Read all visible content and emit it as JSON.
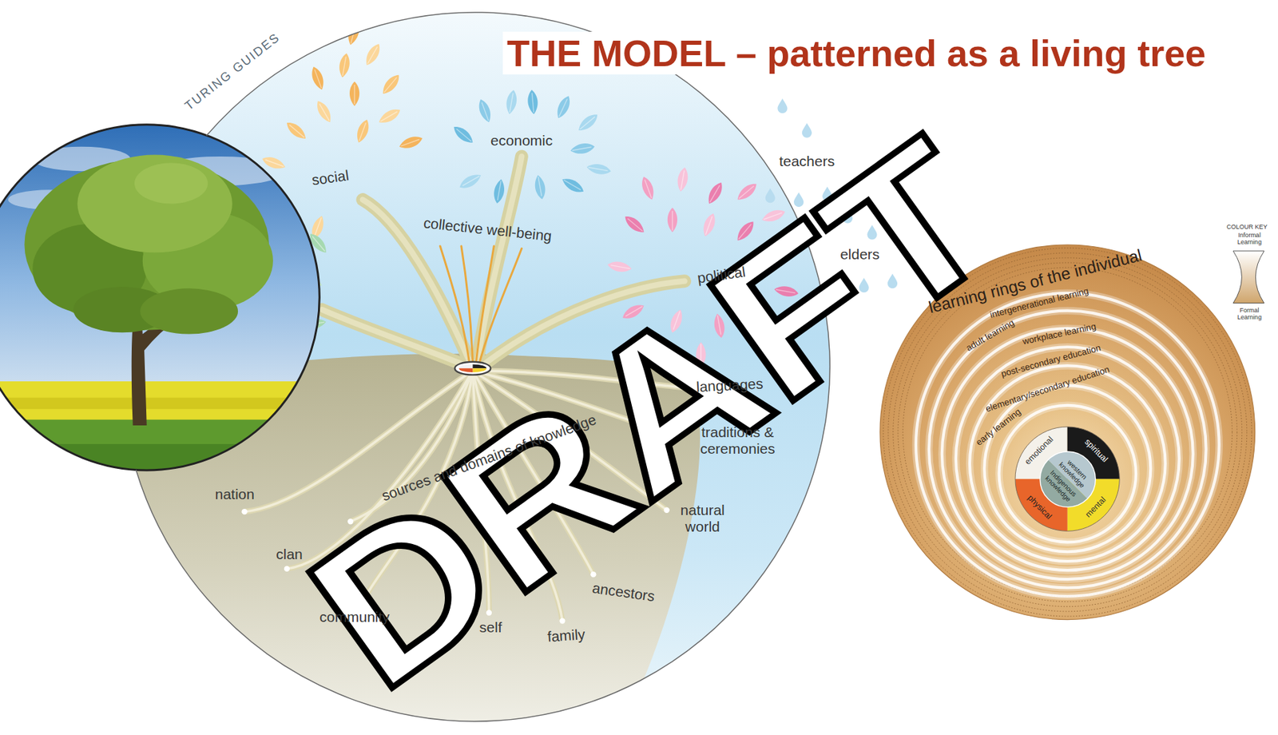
{
  "diagram": {
    "title": "THE MODEL – patterned as a living tree",
    "nodes": [
      {
        "text": [
          "social",
          "economic",
          "collective well-being",
          "political",
          "languages",
          "traditions & ceremonies",
          "natural world",
          "ancestors",
          "family",
          "self",
          "community",
          "clan",
          "nation",
          "sources and domains of knowledge"
        ]
      },
      {
        "text": [
          "learning rings of the individual",
          "intergenerational learning",
          "adult learning",
          "workplace learning",
          "post-secondary education",
          "elementary/secondary education",
          "early learning"
        ]
      },
      {
        "text": [
          "emotional",
          "spiritual",
          "mental",
          "physical"
        ],
        "in": 1
      },
      {
        "text": [
          "western knowledge",
          "Indigenous knowledge"
        ],
        "in": 2
      }
    ],
    "labels": [
      "TURING GUIDES",
      "teachers",
      "elders",
      "DRAFT",
      "COLOUR KEY"
    ],
    "legend": [
      {
        "text": "Informal Learning"
      },
      {
        "text": "Formal Learning"
      }
    ]
  }
}
